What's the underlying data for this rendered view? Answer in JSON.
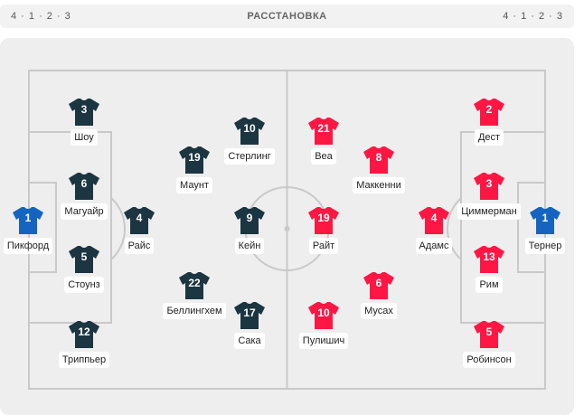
{
  "header": {
    "left_formation": "4 · 1 · 2 · 3",
    "title": "РАССТАНОВКА",
    "right_formation": "4 · 1 · 2 · 3"
  },
  "colors": {
    "home": "#1b3541",
    "away": "#ff1744",
    "goalkeeper": "#1565c0"
  },
  "home": [
    {
      "num": "1",
      "name": "Пикфорд",
      "kit": "goalkeeper"
    },
    {
      "num": "3",
      "name": "Шоу",
      "kit": "home"
    },
    {
      "num": "6",
      "name": "Магуайр",
      "kit": "home"
    },
    {
      "num": "5",
      "name": "Стоунз",
      "kit": "home"
    },
    {
      "num": "12",
      "name": "Триппьер",
      "kit": "home"
    },
    {
      "num": "4",
      "name": "Райс",
      "kit": "home"
    },
    {
      "num": "19",
      "name": "Маунт",
      "kit": "home"
    },
    {
      "num": "22",
      "name": "Беллингхем",
      "kit": "home"
    },
    {
      "num": "10",
      "name": "Стерлинг",
      "kit": "home"
    },
    {
      "num": "9",
      "name": "Кейн",
      "kit": "home"
    },
    {
      "num": "17",
      "name": "Сака",
      "kit": "home"
    }
  ],
  "away": [
    {
      "num": "21",
      "name": "Веа",
      "kit": "away"
    },
    {
      "num": "19",
      "name": "Райт",
      "kit": "away"
    },
    {
      "num": "10",
      "name": "Пулишич",
      "kit": "away"
    },
    {
      "num": "8",
      "name": "Маккенни",
      "kit": "away"
    },
    {
      "num": "6",
      "name": "Мусах",
      "kit": "away"
    },
    {
      "num": "4",
      "name": "Адамс",
      "kit": "away"
    },
    {
      "num": "2",
      "name": "Дест",
      "kit": "away"
    },
    {
      "num": "3",
      "name": "Циммерман",
      "kit": "away"
    },
    {
      "num": "13",
      "name": "Рим",
      "kit": "away"
    },
    {
      "num": "5",
      "name": "Робинсон",
      "kit": "away"
    },
    {
      "num": "1",
      "name": "Тернер",
      "kit": "goalkeeper"
    }
  ]
}
